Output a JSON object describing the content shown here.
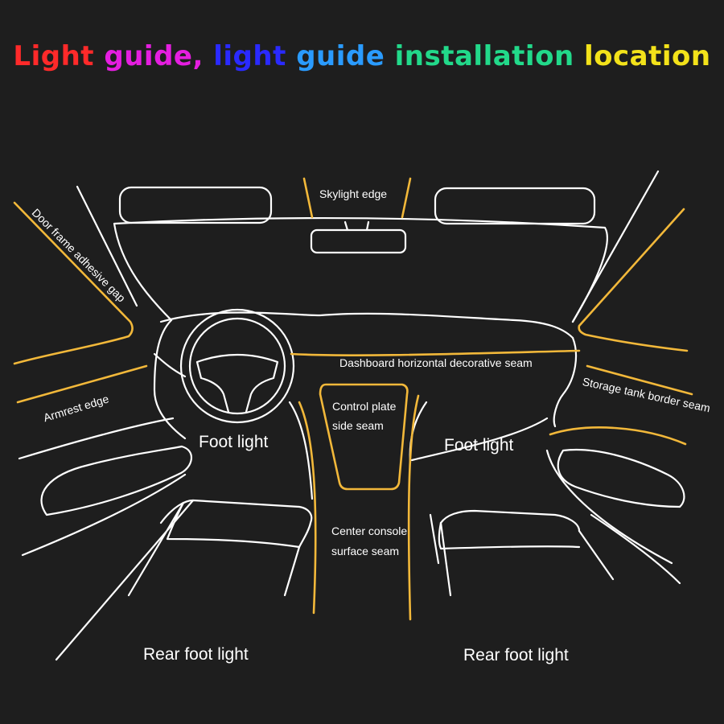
{
  "title": {
    "segments": [
      {
        "text": "Light",
        "color": "#ff2a2a"
      },
      {
        "text": " guide,",
        "color": "#e51ee0"
      },
      {
        "text": " light",
        "color": "#2a2aff"
      },
      {
        "text": " guide",
        "color": "#2a9bff"
      },
      {
        "text": " installation",
        "color": "#22d98a"
      },
      {
        "text": " location",
        "color": "#f3e21a"
      }
    ]
  },
  "labels": {
    "skylight_edge": "Skylight edge",
    "door_frame_gap": "Door frame adhesive gap",
    "armrest_edge": "Armrest edge",
    "dashboard_seam": "Dashboard horizontal decorative seam",
    "storage_tank_seam": "Storage tank border seam",
    "control_plate_line1": "Control plate",
    "control_plate_line2": "side seam",
    "foot_light_left": "Foot light",
    "foot_light_right": "Foot light",
    "center_console_line1": "Center console",
    "center_console_line2": "surface seam",
    "rear_foot_light_left": "Rear foot light",
    "rear_foot_light_right": "Rear foot light"
  },
  "colors": {
    "background": "#1e1e1e",
    "outline": "#ffffff",
    "light_guide": "#f2b83a"
  }
}
